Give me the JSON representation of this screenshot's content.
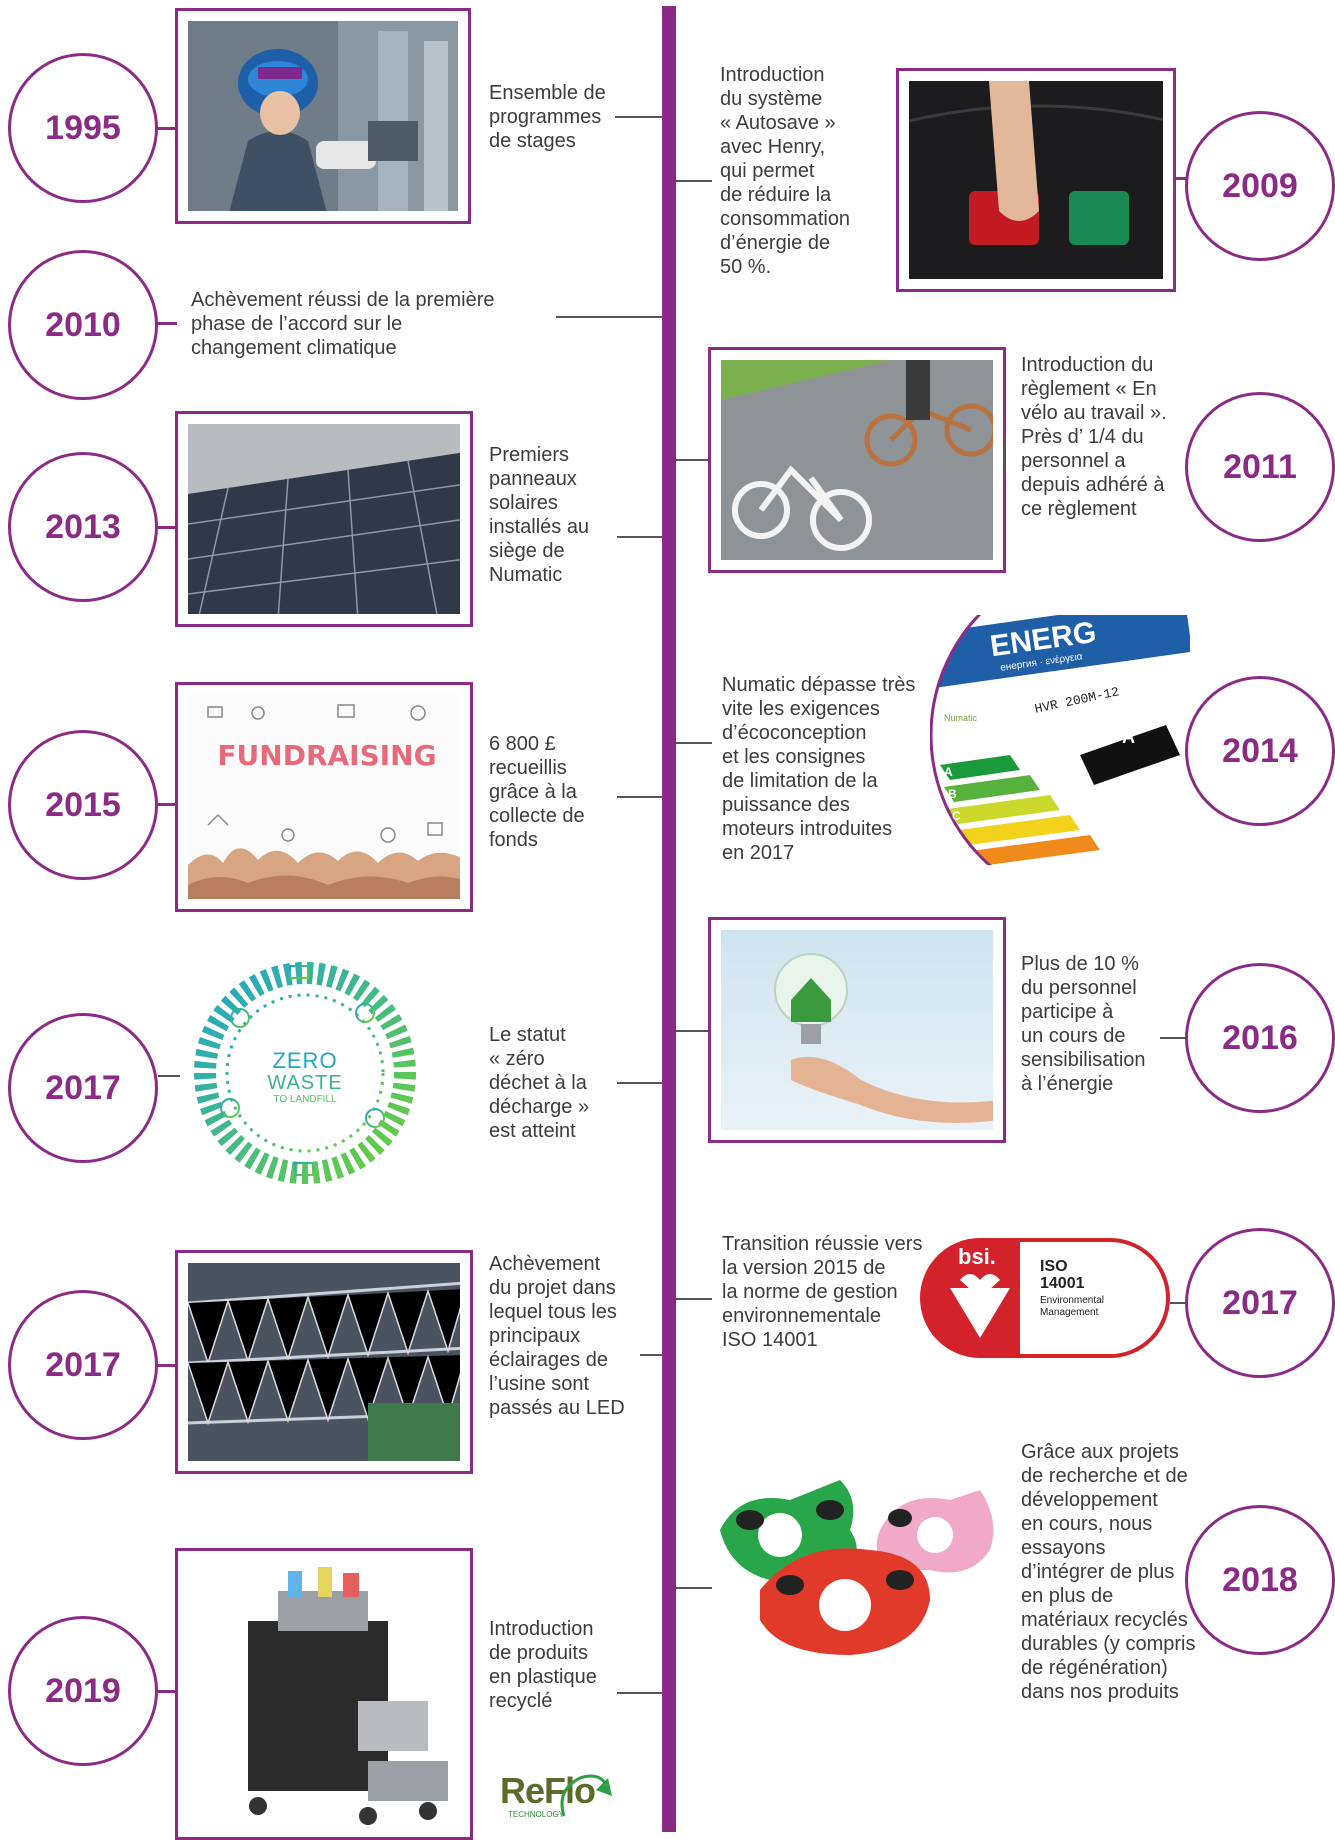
{
  "events": [
    {
      "year": "1995",
      "text": [
        "Ensemble de",
        "programmes",
        "de stages"
      ]
    },
    {
      "year": "2010",
      "text": [
        "Achèvement réussi de la première",
        "phase de l’accord sur le",
        "changement climatique"
      ]
    },
    {
      "year": "2013",
      "text": [
        "Premiers",
        "panneaux",
        "solaires",
        "installés au",
        "siège de",
        "Numatic"
      ]
    },
    {
      "year": "2015",
      "text": [
        "6 800 £",
        "recueillis",
        "grâce à la",
        "collecte de",
        "fonds"
      ]
    },
    {
      "year": "2017",
      "text": [
        "Le statut",
        "« zéro",
        "déchet à la",
        "décharge »",
        "est atteint"
      ]
    },
    {
      "year": "2017",
      "text": [
        "Achèvement",
        "du projet dans",
        "lequel tous les",
        "principaux",
        "éclairages de",
        "l’usine sont",
        "passés au LED"
      ]
    },
    {
      "year": "2019",
      "text": [
        "Introduction",
        "de produits",
        "en plastique",
        "recyclé"
      ]
    },
    {
      "year": "2009",
      "text": [
        "Introduction",
        "du système",
        "« Autosave »",
        "avec Henry,",
        "qui permet",
        "de réduire la",
        "consommation",
        "d’énergie de",
        "50 %."
      ]
    },
    {
      "year": "2011",
      "text": [
        "Introduction du",
        "règlement « En",
        "vélo au travail ».",
        "Près d’ 1/4 du",
        "personnel a",
        "depuis adhéré à",
        "ce règlement"
      ]
    },
    {
      "year": "2014",
      "text": [
        "Numatic dépasse très",
        "vite les exigences",
        "d’écoconception",
        "et les consignes",
        "de limitation de la",
        "puissance des",
        "moteurs introduites",
        "en 2017"
      ]
    },
    {
      "year": "2016",
      "text": [
        "Plus de 10 %",
        "du personnel",
        "participe à",
        "un cours de",
        "sensibilisation",
        "à l’énergie"
      ]
    },
    {
      "year": "2017",
      "text": [
        "Transition réussie vers",
        "la version 2015 de",
        "la norme de gestion",
        "environnementale",
        "ISO 14001"
      ]
    },
    {
      "year": "2018",
      "text": [
        "Grâce aux projets",
        "de recherche et de",
        "développement",
        "en cours, nous",
        "essayons",
        "d’intégrer de plus",
        "en plus de",
        "matériaux recyclés",
        "durables (y compris",
        "de régénération)",
        "dans nos produits"
      ]
    }
  ],
  "images": {
    "fundraising": "FUNDRAISING",
    "zero_waste": [
      "ZERO",
      "WASTE",
      "TO LANDFILL"
    ],
    "energy_label": {
      "title": "ENERG",
      "subtitle": "енергия · ενέργεια",
      "model": "HVR 200M-12",
      "rating": "A",
      "classes": [
        "A",
        "B",
        "C"
      ],
      "brand": "Numatic"
    },
    "iso": {
      "brand": "bsi.",
      "standard": "ISO",
      "number": "14001",
      "line1": "Environmental",
      "line2": "Management"
    },
    "reflo": {
      "logo": "ReFlo",
      "tag": "TECHNOLOGY"
    }
  },
  "colors": {
    "accent": "#8b2b86",
    "text": "#3c3c3c"
  }
}
